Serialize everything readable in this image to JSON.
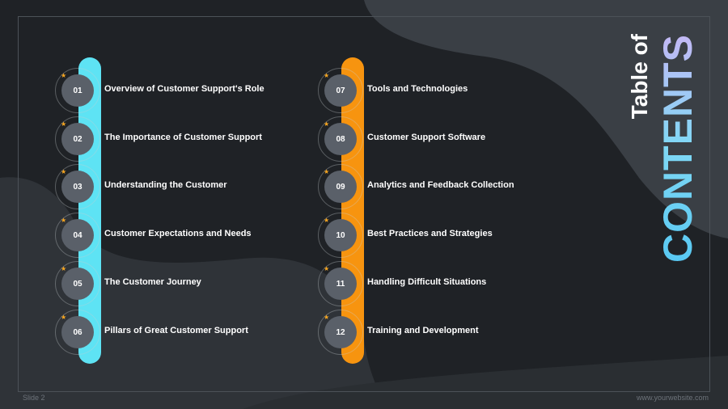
{
  "slide": {
    "title_small": "Table of",
    "title_large": "CONTENTS",
    "slide_number": "Slide 2",
    "website": "www.yourwebsite.com"
  },
  "colors": {
    "background": "#1f2226",
    "left_bar": "#5ee3f4",
    "right_bar": "#f7940f",
    "star": "#f7a620"
  },
  "icons": [
    "star-icon"
  ],
  "items": [
    {
      "number": "01",
      "label": "Overview of Customer Support's Role"
    },
    {
      "number": "02",
      "label": "The Importance of Customer Support"
    },
    {
      "number": "03",
      "label": "Understanding the Customer"
    },
    {
      "number": "04",
      "label": "Customer Expectations and Needs"
    },
    {
      "number": "05",
      "label": "The Customer Journey"
    },
    {
      "number": "06",
      "label": "Pillars of Great Customer Support"
    },
    {
      "number": "07",
      "label": "Tools and Technologies"
    },
    {
      "number": "08",
      "label": "Customer Support Software"
    },
    {
      "number": "09",
      "label": "Analytics and Feedback Collection"
    },
    {
      "number": "10",
      "label": "Best Practices and Strategies"
    },
    {
      "number": "11",
      "label": "Handling Difficult Situations"
    },
    {
      "number": "12",
      "label": "Training and Development"
    }
  ]
}
